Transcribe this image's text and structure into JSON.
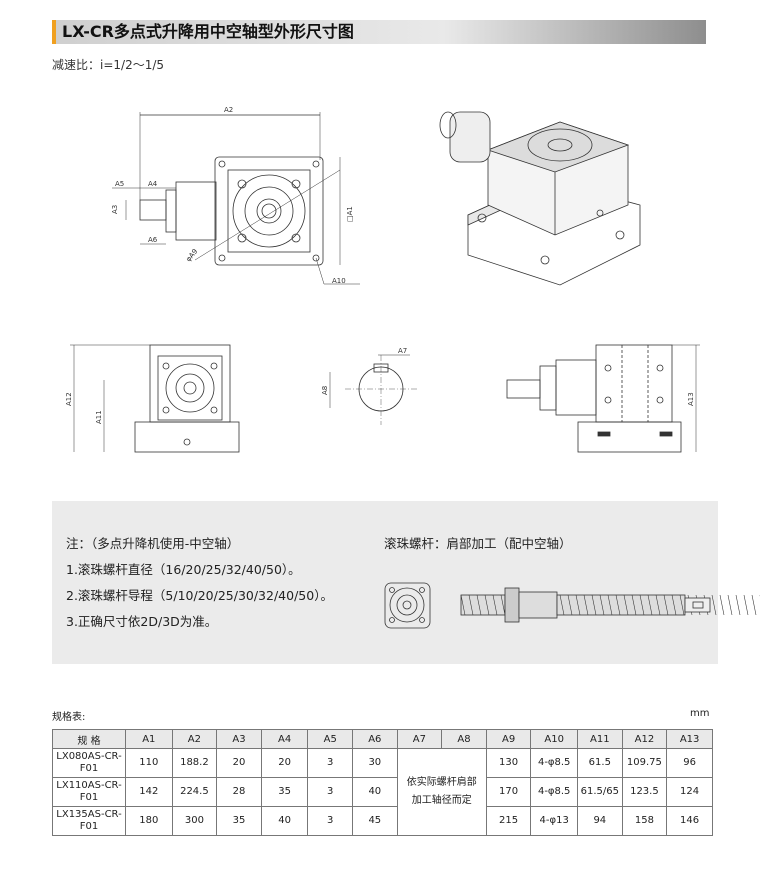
{
  "header": {
    "title": "LX-CR多点式升降用中空轴型外形尺寸图",
    "accent_color": "#f0a020"
  },
  "subtitle": "减速比：i=1/2～1/5",
  "drawing_labels": {
    "a1": "□A1",
    "a2": "A2",
    "a3": "A3",
    "a4": "A4",
    "a5": "A5",
    "a6": "A6",
    "a7": "A7",
    "a8": "A8",
    "a9": "φA9",
    "a10": "A10",
    "a11": "A11",
    "a12": "A12",
    "a13": "A13"
  },
  "notes": {
    "heading": "注：（多点升降机使用-中空轴）",
    "items": [
      "1.滚珠螺杆直径（16/20/25/32/40/50）。",
      "2.滚珠螺杆导程（5/10/20/25/30/32/40/50）。",
      "3.正确尺寸依2D/3D为准。"
    ],
    "right_heading": "滚珠螺杆：肩部加工（配中空轴）"
  },
  "spec_table": {
    "label": "规格表:",
    "unit": "mm",
    "headers": [
      "规 格",
      "A1",
      "A2",
      "A3",
      "A4",
      "A5",
      "A6",
      "A7",
      "A8",
      "A9",
      "A10",
      "A11",
      "A12",
      "A13"
    ],
    "a7_a8_merged": "依实际螺杆肩部加工轴径而定",
    "rows": [
      {
        "model": "LX080AS-CR-F01",
        "a1": "110",
        "a2": "188.2",
        "a3": "20",
        "a4": "20",
        "a5": "3",
        "a6": "30",
        "a9": "130",
        "a10": "4-φ8.5",
        "a11": "61.5",
        "a12": "109.75",
        "a13": "96"
      },
      {
        "model": "LX110AS-CR-F01",
        "a1": "142",
        "a2": "224.5",
        "a3": "28",
        "a4": "35",
        "a5": "3",
        "a6": "40",
        "a9": "170",
        "a10": "4-φ8.5",
        "a11": "61.5/65",
        "a12": "123.5",
        "a13": "124"
      },
      {
        "model": "LX135AS-CR-F01",
        "a1": "180",
        "a2": "300",
        "a3": "35",
        "a4": "40",
        "a5": "3",
        "a6": "45",
        "a9": "215",
        "a10": "4-φ13",
        "a11": "94",
        "a12": "158",
        "a13": "146"
      }
    ]
  }
}
